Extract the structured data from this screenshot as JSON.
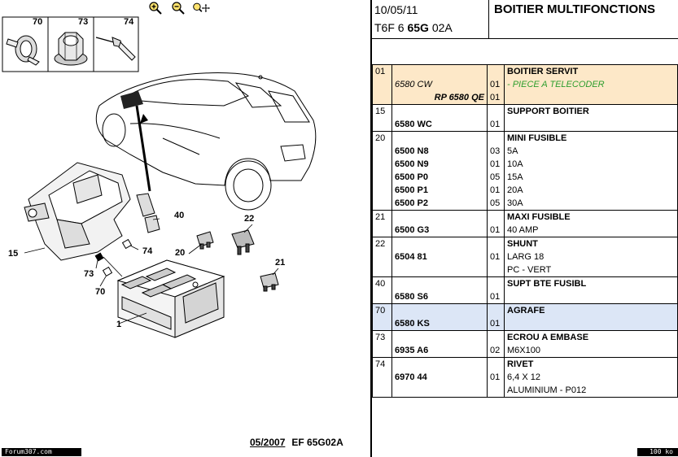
{
  "toolbar": {
    "icons": [
      "zoom-in-icon",
      "zoom-out-icon",
      "pan-zoom-icon"
    ]
  },
  "legend_numbers": [
    "70",
    "73",
    "74"
  ],
  "callouts": [
    "1",
    "15",
    "20",
    "21",
    "22",
    "40",
    "70",
    "73",
    "74"
  ],
  "footer": {
    "date": "05/2007",
    "ref": "EF 65G02A"
  },
  "badges": {
    "forum": "Forum307.com",
    "size": "100 ko"
  },
  "header": {
    "date": "10/05/11",
    "code_prefix": "T6F 6 ",
    "code_bold": "65G",
    "code_suffix": " 02A",
    "title": "BOITIER MULTIFONCTIONS"
  },
  "parts": [
    {
      "pos": "01",
      "highlight": "orange",
      "rows": [
        {
          "ref": "",
          "qty": "",
          "desc": "BOITIER SERVIT",
          "desc_style": "bold"
        },
        {
          "ref": "6580 CW",
          "ref_style": "italic",
          "qty": "01",
          "desc": "- PIECE A TELECODER",
          "desc_style": "green"
        },
        {
          "ref": "RP 6580 QE",
          "ref_style": "right",
          "qty": "01",
          "desc": ""
        }
      ]
    },
    {
      "pos": "15",
      "rows": [
        {
          "ref": "",
          "qty": "",
          "desc": "SUPPORT BOITIER",
          "desc_style": "bold"
        },
        {
          "ref": "6580 WC",
          "ref_style": "bold",
          "qty": "01",
          "desc": ""
        }
      ]
    },
    {
      "pos": "20",
      "rows": [
        {
          "ref": "",
          "qty": "",
          "desc": "MINI FUSIBLE",
          "desc_style": "bold"
        },
        {
          "ref": "6500 N8",
          "ref_style": "bold",
          "qty": "03",
          "desc": "5A"
        },
        {
          "ref": "6500 N9",
          "ref_style": "bold",
          "qty": "01",
          "desc": "10A"
        },
        {
          "ref": "6500 P0",
          "ref_style": "bold",
          "qty": "05",
          "desc": "15A"
        },
        {
          "ref": "6500 P1",
          "ref_style": "bold",
          "qty": "01",
          "desc": "20A"
        },
        {
          "ref": "6500 P2",
          "ref_style": "bold",
          "qty": "05",
          "desc": "30A"
        }
      ]
    },
    {
      "pos": "21",
      "rows": [
        {
          "ref": "",
          "qty": "",
          "desc": "MAXI FUSIBLE",
          "desc_style": "bold"
        },
        {
          "ref": "6500 G3",
          "ref_style": "bold",
          "qty": "01",
          "desc": "40 AMP"
        }
      ]
    },
    {
      "pos": "22",
      "rows": [
        {
          "ref": "",
          "qty": "",
          "desc": "SHUNT",
          "desc_style": "bold"
        },
        {
          "ref": "6504 81",
          "ref_style": "bold",
          "qty": "01",
          "desc": "LARG 18"
        },
        {
          "ref": "",
          "qty": "",
          "desc": "PC - VERT"
        }
      ]
    },
    {
      "pos": "40",
      "rows": [
        {
          "ref": "",
          "qty": "",
          "desc": "SUPT BTE FUSIBL",
          "desc_style": "bold"
        },
        {
          "ref": "6580 S6",
          "ref_style": "bold",
          "qty": "01",
          "desc": ""
        }
      ]
    },
    {
      "pos": "70",
      "highlight": "blue",
      "rows": [
        {
          "ref": "",
          "qty": "",
          "desc": "AGRAFE",
          "desc_style": "bold"
        },
        {
          "ref": "6580 KS",
          "ref_style": "bold",
          "qty": "01",
          "desc": ""
        }
      ]
    },
    {
      "pos": "73",
      "rows": [
        {
          "ref": "",
          "qty": "",
          "desc": "ECROU A EMBASE",
          "desc_style": "bold"
        },
        {
          "ref": "6935 A6",
          "ref_style": "bold",
          "qty": "02",
          "desc": "M6X100"
        }
      ]
    },
    {
      "pos": "74",
      "rows": [
        {
          "ref": "",
          "qty": "",
          "desc": "RIVET",
          "desc_style": "bold"
        },
        {
          "ref": "6970 44",
          "ref_style": "bold",
          "qty": "01",
          "desc": "6,4 X 12"
        },
        {
          "ref": "",
          "qty": "",
          "desc": "ALUMINIUM - P012"
        }
      ]
    }
  ]
}
